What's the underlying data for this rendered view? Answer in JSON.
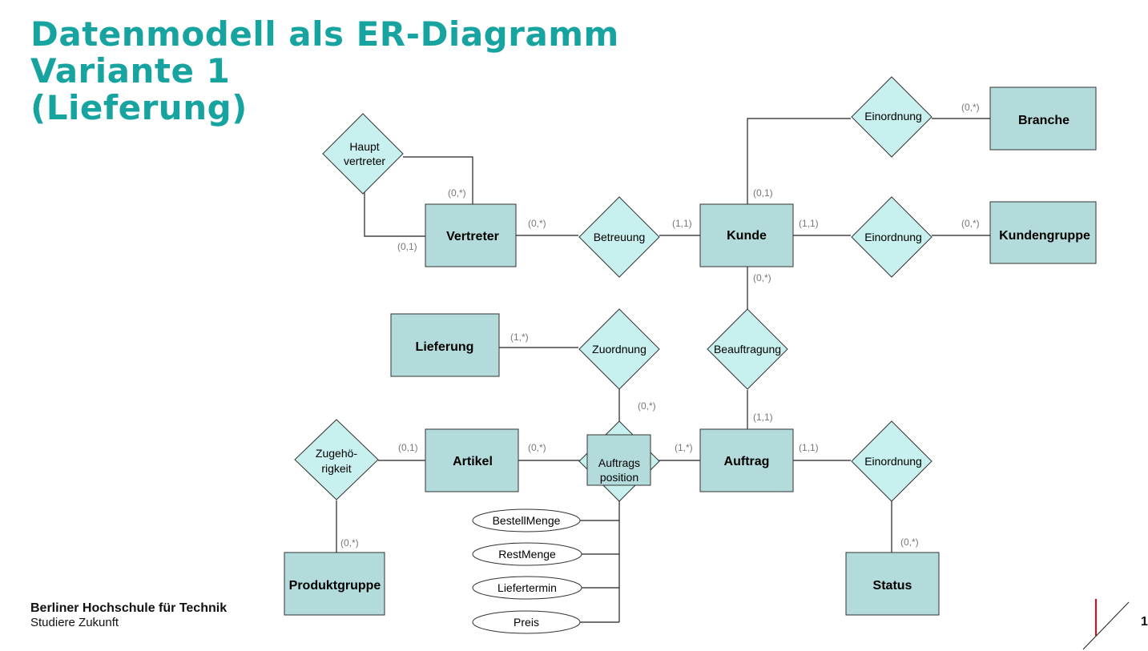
{
  "title": {
    "line1": "Datenmodell als ER-Diagramm",
    "line2": "Variante 1",
    "line3": "(Lieferung)"
  },
  "footer": {
    "org": "Berliner Hochschule für Technik",
    "tagline": "Studiere Zukunft",
    "page": "1"
  },
  "colors": {
    "title": "#17a3a0",
    "entity_fill": "#b3dbdb",
    "relationship_fill": "#c8f0ee",
    "brand_accent": "#e30613"
  },
  "entities": {
    "branche": "Branche",
    "vertreter": "Vertreter",
    "kunde": "Kunde",
    "kundengruppe": "Kundengruppe",
    "lieferung": "Lieferung",
    "artikel": "Artikel",
    "auftrag": "Auftrag",
    "produktgruppe": "Produktgruppe",
    "status": "Status"
  },
  "relationships": {
    "hauptvertreter_1": "Haupt",
    "hauptvertreter_2": "vertreter",
    "einordnung_branche": "Einordnung",
    "betreuung": "Betreuung",
    "einordnung_kundengruppe": "Einordnung",
    "zuordnung": "Zuordnung",
    "beauftragung": "Beauftragung",
    "zugehoerigkeit_1": "Zugehö-",
    "zugehoerigkeit_2": "rigkeit",
    "auftragsposition_1": "Auftrags",
    "auftragsposition_2": "position",
    "einordnung_status": "Einordnung"
  },
  "attributes": {
    "bestellmenge": "BestellMenge",
    "restmenge": "RestMenge",
    "liefertermin": "Liefertermin",
    "preis": "Preis"
  },
  "cardinalities": {
    "haupt_vertreter_top": "(0,*)",
    "haupt_vertreter_left": "(0,1)",
    "vertreter_betreuung": "(0,*)",
    "kunde_betreuung": "(1,1)",
    "kunde_einordnung_branche": "(0,1)",
    "branche": "(0,*)",
    "kunde_einordnung_kundengruppe": "(1,1)",
    "kundengruppe": "(0,*)",
    "kunde_beauftragung": "(0,*)",
    "lieferung": "(1,*)",
    "zuordnung_position": "(0,*)",
    "auftrag_beauftragung": "(1,1)",
    "artikel_zugehoerigkeit": "(0,1)",
    "artikel_position": "(0,*)",
    "auftrag_position": "(1,*)",
    "auftrag_status": "(1,1)",
    "produktgruppe": "(0,*)",
    "status": "(0,*)"
  }
}
